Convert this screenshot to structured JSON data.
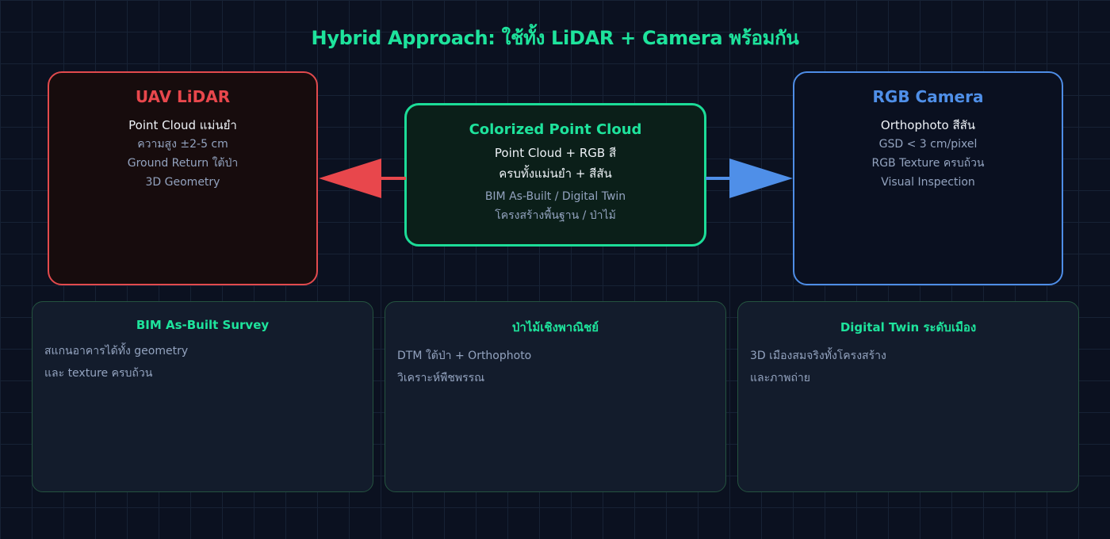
{
  "title": "Hybrid Approach: ใช้ทั้ง LiDAR + Camera พร้อมกัน",
  "colors": {
    "lidar": "#e8474c",
    "camera": "#4f8fe8",
    "accent": "#1ee39c",
    "background": "#0b1120"
  },
  "lidar": {
    "heading": "UAV LiDAR",
    "main": "Point Cloud แม่นยำ",
    "details": [
      "ความสูง ±2-5 cm",
      "Ground Return ใต้ป่า",
      "3D Geometry"
    ]
  },
  "center": {
    "heading": "Colorized Point Cloud",
    "main": [
      "Point Cloud + RGB สี",
      "ครบทั้งแม่นยำ + สีสัน"
    ],
    "details": [
      "BIM As-Built / Digital Twin",
      "โครงสร้างพื้นฐาน / ป่าไม้"
    ]
  },
  "camera": {
    "heading": "RGB Camera",
    "main": "Orthophoto สีสัน",
    "details": [
      "GSD < 3 cm/pixel",
      "RGB Texture ครบถ้วน",
      "Visual Inspection"
    ]
  },
  "arrows": [
    {
      "from": "center",
      "to": "lidar",
      "color": "#e8474c"
    },
    {
      "from": "center",
      "to": "camera",
      "color": "#4f8fe8"
    }
  ],
  "cards": [
    {
      "title": "BIM As-Built Survey",
      "lines": [
        "สแกนอาคารได้ทั้ง geometry",
        "และ texture ครบถ้วน"
      ]
    },
    {
      "title": "ป่าไม้เชิงพาณิชย์",
      "lines": [
        "DTM ใต้ป่า + Orthophoto",
        "วิเคราะห์พืชพรรณ"
      ]
    },
    {
      "title": "Digital Twin ระดับเมือง",
      "lines": [
        "3D เมืองสมจริงทั้งโครงสร้าง",
        "และภาพถ่าย"
      ]
    }
  ]
}
